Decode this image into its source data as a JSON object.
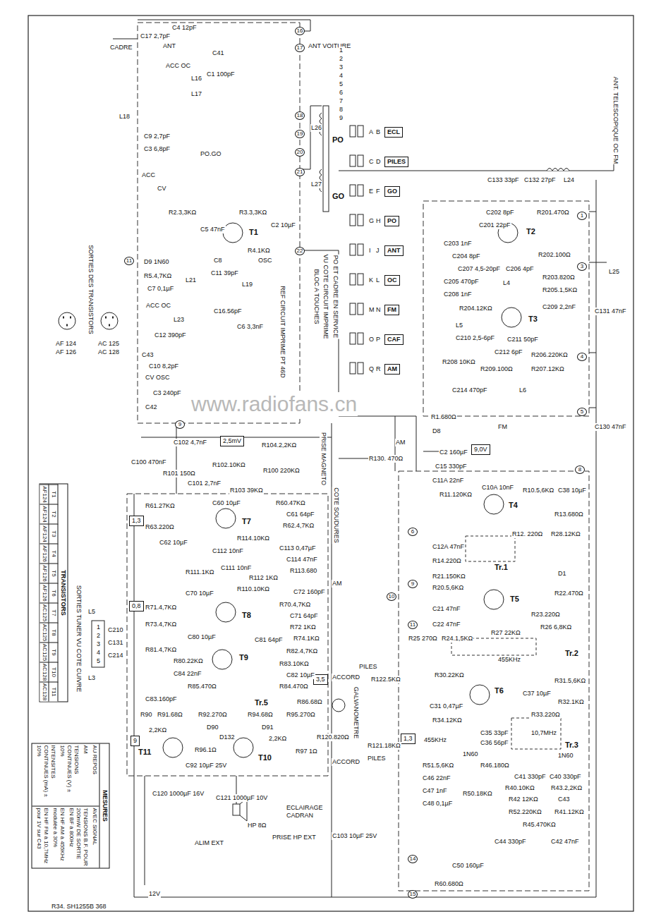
{
  "diagram": {
    "nodes": [
      {
        "text": [
          "TRANSISTORS"
        ]
      },
      {
        "text": [
          "MESURES"
        ]
      },
      {
        "text": [
          "ECL"
        ]
      },
      {
        "text": [
          "PILES"
        ]
      },
      {
        "text": [
          "GO"
        ]
      },
      {
        "text": [
          "PO"
        ]
      },
      {
        "text": [
          "ANT"
        ]
      },
      {
        "text": [
          "OC"
        ]
      },
      {
        "text": [
          "FM"
        ]
      },
      {
        "text": [
          "CAF"
        ]
      },
      {
        "text": [
          "AM"
        ]
      },
      {
        "text": [
          "2,5mV"
        ]
      },
      {
        "text": [
          "9,0V"
        ]
      },
      {
        "text": [
          "1,3"
        ]
      },
      {
        "text": [
          "0,8"
        ]
      },
      {
        "text": [
          "3,5"
        ]
      },
      {
        "text": [
          "9"
        ]
      },
      {
        "text": [
          "1,3"
        ]
      }
    ],
    "labels": [
      "C17 2,7pF",
      "C4 12pF",
      "CADRE",
      "ANT",
      "ANT VOITURE",
      "ACC OC",
      "L16",
      "C41",
      "C1 100pF",
      "L17",
      "L18",
      "C9 2,7pF",
      "C3 6,8pF",
      "PO.GO",
      "ACC",
      "CV",
      "R2.3,3KΩ",
      "R3.3,3KΩ",
      "C5 47nF",
      "C2 10µF",
      "T1",
      "R4.1KΩ",
      "D9 1N60",
      "R5.4,7KΩ",
      "C7 0,1µF",
      "C8",
      "C11 39pF",
      "OSC",
      "L19",
      "L21",
      "ACC OC",
      "L23",
      "C16.56pF",
      "C6 3,3nF",
      "C12 390pF",
      "C43",
      "C10 8,2pF",
      "CV OSC",
      "C3 240pF",
      "C42",
      "REF CIRCUIT IMPRIME PT 46D",
      "L26",
      "L27",
      "PO",
      "GO",
      "16",
      "17",
      "18",
      "19",
      "20",
      "21",
      "22",
      "11",
      "9",
      "1",
      "2",
      "3",
      "4",
      "5",
      "6",
      "7",
      "8",
      "9",
      "A",
      "B",
      "C",
      "D",
      "E",
      "F",
      "G",
      "H",
      "I",
      "J",
      "K",
      "L",
      "M",
      "N",
      "O",
      "P",
      "Q",
      "R",
      "BLOC A TOUCHES",
      "VU COTE CIRCUIT IMPRIME",
      "PO ET CADRE EN SERVICE",
      "SORTIES DES TRANSISTORS",
      "AF 124",
      "AF 126",
      "AC 125",
      "AC 128",
      "C133 33pF",
      "C132 27pF",
      "L24",
      "ANT. TELESCOPIQUE OC FM",
      "C202 8pF",
      "R201.470Ω",
      "C201 22pF",
      "T2",
      "C203 1nF",
      "R202.100Ω",
      "C204 8pF",
      "C207 4,5-20pF",
      "C206 4pF",
      "C205 470pF",
      "L4",
      "R203.820Ω",
      "R205.1,5KΩ",
      "C208 1nF",
      "R204.12KΩ",
      "T3",
      "C209 2,2nF",
      "L5",
      "C210 2,5-6pF",
      "C211 50pF",
      "C212 6pF",
      "R208 10KΩ",
      "R209.100Ω",
      "R206.220KΩ",
      "R207.12KΩ",
      "C214 470pF",
      "L6",
      "L25",
      "C131 47nF",
      "C130 47nF",
      "1",
      "3",
      "4",
      "5",
      "R1.680Ω",
      "D8",
      "C2 160µF",
      "C15 330pF",
      "R130. 470Ω",
      "AM",
      "FM",
      "C102 4,7nF",
      "R104.2,2KΩ",
      "PRISE MAGNETO",
      "C100 470nF",
      "R101 150Ω",
      "R102.10KΩ",
      "R100 220KΩ",
      "C101 2,7nF",
      "R103 39KΩ",
      "COTE SOUDURES",
      "R61.27KΩ",
      "C60 10µF",
      "R60.47KΩ",
      "T7",
      "C61 64pF",
      "R62.4,7KΩ",
      "R63.220Ω",
      "C62 10µF",
      "R114.10KΩ",
      "C112 10nF",
      "C113 0,47µF",
      "C114 47nF",
      "R111.1KΩ",
      "C111 10nF",
      "R112 1KΩ",
      "R113.680",
      "C70 10µF",
      "R110.10KΩ",
      "C72 160pF",
      "R71.4,7KΩ",
      "R70.4,7KΩ",
      "T8",
      "C71 64pF",
      "R73.4,7KΩ",
      "R72 1KΩ",
      "C80 10µF",
      "C81 64pF",
      "R74.1KΩ",
      "R81.4,7KΩ",
      "R82.4,7KΩ",
      "R80.22KΩ",
      "T9",
      "R83.10KΩ",
      "C84 22nF",
      "C82 10µF",
      "R85.470Ω",
      "R84.470Ω",
      "C83.160pF",
      "Tr.5",
      "R86.68Ω",
      "R90",
      "R91.68Ω",
      "R92.270Ω",
      "R94.68Ω",
      "R95.270Ω",
      "D90",
      "D132",
      "D91",
      "2,2KΩ",
      "2,2KΩ",
      "T11",
      "T10",
      "R96.1Ω",
      "R97 1Ω",
      "C92 10µF 25V",
      "C120 1000µF 16V",
      "C121 1000µF 10V",
      "HP 8Ω",
      "PRISE HP EXT",
      "ALIM EXT",
      "12V",
      "R34. SH1255B 368",
      "ACCORD",
      "PILES",
      "R122.5KΩ",
      "GALVANOMETRE",
      "R120.820Ω",
      "R121.18KΩ",
      "ACCORD",
      "PILES",
      "AM",
      "C103 10µF 25V",
      "ECLAIRAGE CADRAN",
      "C11A 22nF",
      "R11.120KΩ",
      "C10A 10nF",
      "T4",
      "R10.5,6KΩ",
      "C38 10µF",
      "R13.680Ω",
      "R12. 220Ω",
      "R28.12KΩ",
      "C12A 47nF",
      "R14.220Ω",
      "Tr.1",
      "R21.150KΩ",
      "R20.5,6KΩ",
      "D1",
      "T5",
      "R22.470Ω",
      "C21 47nF",
      "C22 47nF",
      "R23.220Ω",
      "R26 6,8KΩ",
      "R25 270Ω",
      "R24.1,5KΩ",
      "R27 22KΩ",
      "455KHz",
      "Tr.2",
      "R30.22KΩ",
      "R31.5,6KΩ",
      "T6",
      "C37 10µF",
      "R32.1KΩ",
      "C31 0,47µF",
      "R33.220Ω",
      "R34.12KΩ",
      "C35 33pF",
      "C36 56pF",
      "10,7MHz",
      "Tr.3",
      "455KHz",
      "1N60",
      "R46.180Ω",
      "1N60",
      "R51.5,6KΩ",
      "C46 22nF",
      "C47 1nF",
      "C48 0,1µF",
      "R50.18KΩ",
      "C41 330pF",
      "C40 330pF",
      "R40.10KΩ",
      "R43.2,2KΩ",
      "R42 12KΩ",
      "C43",
      "R52.220KΩ",
      "R41.12KΩ",
      "R45.470KΩ",
      "C44 330pF",
      "C42 47nF",
      "C50 160µF",
      "R60.680Ω",
      "6",
      "9",
      "10",
      "11",
      "14",
      "15",
      "8",
      "SORTIES TUNER VU COTE CUIVRE",
      "L5",
      "C210",
      "C131",
      "C214",
      "L3",
      "1",
      "2",
      "3",
      "4",
      "5",
      "T1",
      "T2",
      "T3",
      "T4",
      "T5",
      "T6",
      "T7",
      "T8",
      "T9",
      "T10",
      "T11",
      "AF124",
      "AF124",
      "AF124",
      "AF126",
      "AF126",
      "AF126",
      "AC125",
      "AC125",
      "AC125",
      "AC128",
      "AC128",
      "AU REPOS",
      "AVEC SIGNAL",
      "AM",
      "TENSIONS CONTINUES (V) ± 10%",
      "INTENSITES CONTINUES (mA) ± 10%",
      "TENSIONS B.F. POUR 200mW DE SORTIE EN BF à 800Hz",
      "EN HF AM à 455KHz modulée à 30%",
      "EN HF FM à 10,7MHz pour 1V sur C43",
      "www.radiofans.cn"
    ]
  }
}
